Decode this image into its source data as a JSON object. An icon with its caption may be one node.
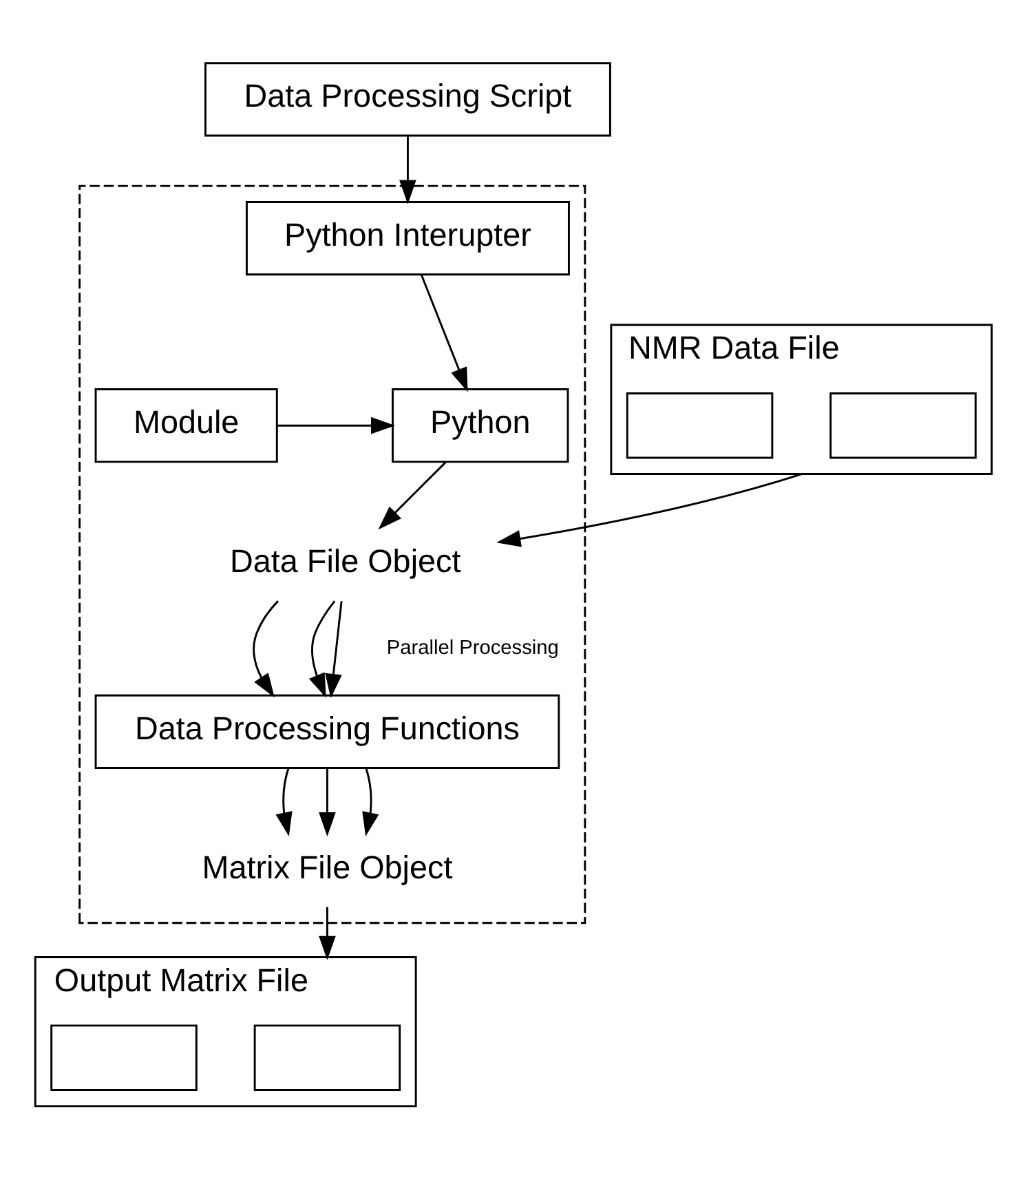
{
  "diagram": {
    "nodes": [
      {
        "text": [
          "Data Processing Script"
        ]
      },
      {
        "text": [],
        "shape": "box"
      },
      {
        "text": [
          "Python Interupter"
        ],
        "in": 1
      },
      {
        "text": [
          "Python"
        ],
        "in": 1
      },
      {
        "text": [
          "Module"
        ],
        "in": 1
      },
      {
        "text": [
          "NMR Data File"
        ]
      },
      {
        "text": [],
        "shape": "box",
        "in": 5
      },
      {
        "text": [],
        "shape": "box",
        "in": 5
      },
      {
        "text": [
          "Data File Object"
        ],
        "in": 1
      },
      {
        "text": [
          "Data Processing Functions"
        ],
        "in": 1
      },
      {
        "text": [
          "Matrix File Object"
        ],
        "in": 1
      },
      {
        "text": [
          "Output Matrix File"
        ]
      },
      {
        "text": [],
        "shape": "box",
        "in": 11
      },
      {
        "text": [],
        "shape": "box",
        "in": 11
      }
    ],
    "edges": [
      {
        "from": 0,
        "to": 2,
        "arrow": "to"
      },
      {
        "from": 2,
        "to": 3,
        "arrow": "to"
      },
      {
        "from": 4,
        "to": 3,
        "arrow": "to"
      },
      {
        "from": 3,
        "to": 8,
        "arrow": "to"
      },
      {
        "from": 5,
        "to": 8,
        "arrow": "to"
      },
      {
        "from": 8,
        "to": 9,
        "arrow": "to"
      },
      {
        "from": 8,
        "to": 9,
        "arrow": "to"
      },
      {
        "from": 8,
        "to": 9,
        "arrow": "to",
        "label": "Parallel Processing"
      },
      {
        "from": 9,
        "to": 10,
        "arrow": "to"
      },
      {
        "from": 9,
        "to": 10,
        "arrow": "to"
      },
      {
        "from": 9,
        "to": 10,
        "arrow": "to"
      },
      {
        "from": 10,
        "to": 11,
        "arrow": "to"
      }
    ]
  }
}
